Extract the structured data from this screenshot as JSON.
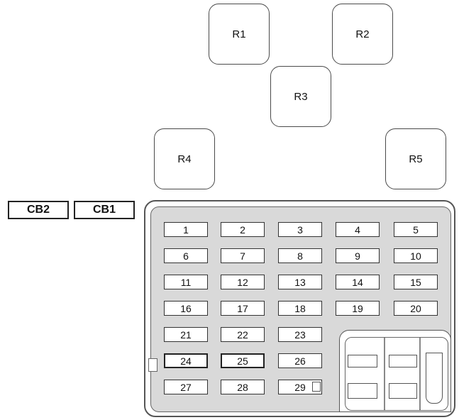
{
  "relays": {
    "r1": "R1",
    "r2": "R2",
    "r3": "R3",
    "r4": "R4",
    "r5": "R5"
  },
  "circuit_breakers": {
    "cb2": "CB2",
    "cb1": "CB1"
  },
  "fuses": {
    "f1": "1",
    "f2": "2",
    "f3": "3",
    "f4": "4",
    "f5": "5",
    "f6": "6",
    "f7": "7",
    "f8": "8",
    "f9": "9",
    "f10": "10",
    "f11": "11",
    "f12": "12",
    "f13": "13",
    "f14": "14",
    "f15": "15",
    "f16": "16",
    "f17": "17",
    "f18": "18",
    "f19": "19",
    "f20": "20",
    "f21": "21",
    "f22": "22",
    "f23": "23",
    "f24": "24",
    "f25": "25",
    "f26": "26",
    "f27": "27",
    "f28": "28",
    "f29": "29"
  }
}
